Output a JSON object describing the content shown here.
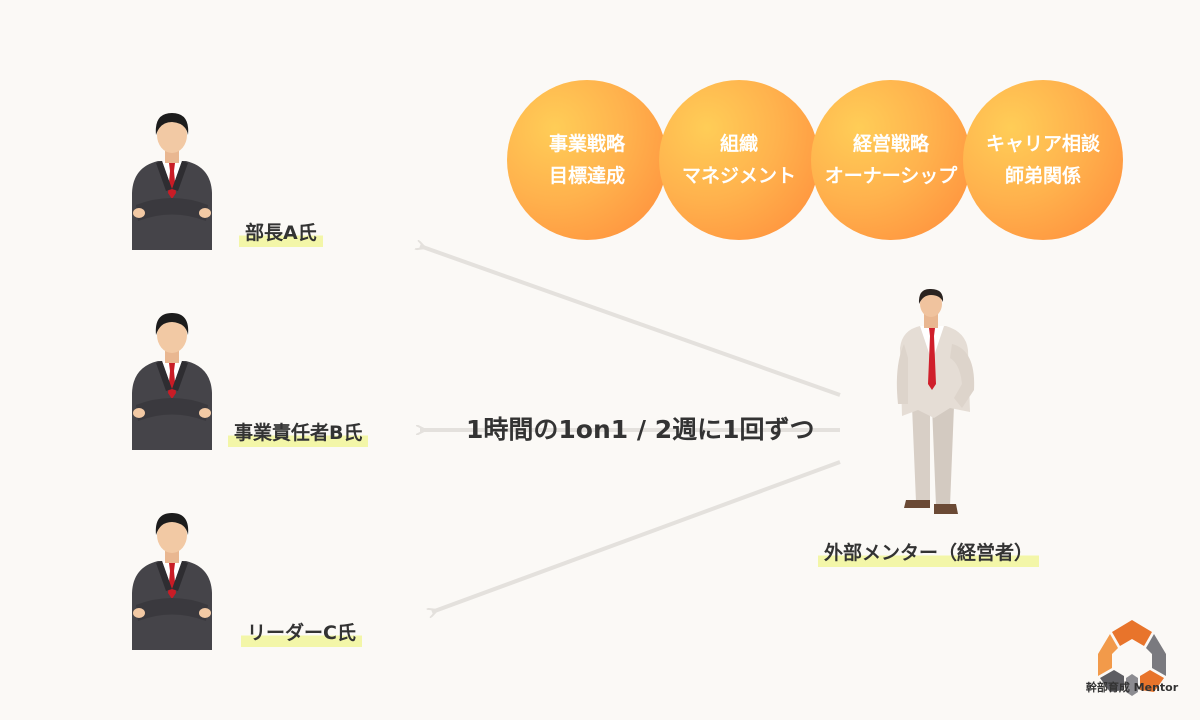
{
  "topics": [
    {
      "line1": "事業戦略",
      "line2": "目標達成"
    },
    {
      "line1": "組織",
      "line2": "マネジメント"
    },
    {
      "line1": "経営戦略",
      "line2": "オーナーシップ"
    },
    {
      "line1": "キャリア相談",
      "line2": "師弟関係"
    }
  ],
  "mentees": [
    {
      "label": "部長A氏"
    },
    {
      "label": "事業責任者B氏"
    },
    {
      "label": "リーダーC氏"
    }
  ],
  "mentor": {
    "label": "外部メンター（経営者）"
  },
  "session": {
    "text": "1時間の1on1 / 2週に1回ずつ"
  },
  "logo": {
    "text": "幹部育成 Mentor"
  },
  "colors": {
    "background": "#fbf9f6",
    "circle_light": "#ffcd57",
    "circle_dark": "#ff8a3a",
    "highlight": "#f3f6a8",
    "arrow": "#e4e1dd",
    "text": "#333333"
  }
}
